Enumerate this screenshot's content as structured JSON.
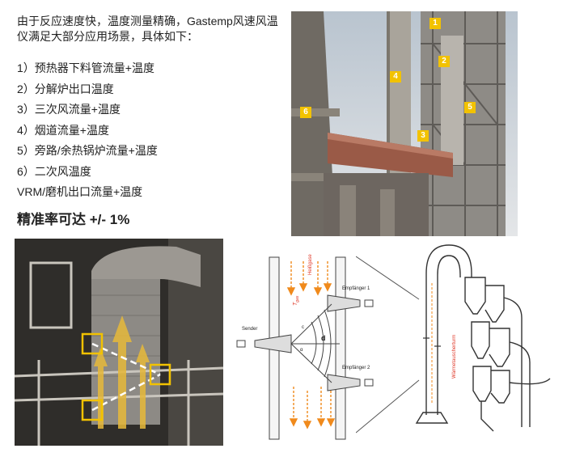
{
  "intro": "由于反应速度快，温度测量精确，Gastemp风速风温仪满足大部分应用场景，具体如下：",
  "applications": [
    "1）预热器下料管流量+温度",
    "2）分解炉出口温度",
    "3）三次风流量+温度",
    "4）烟道流量+温度",
    "5）旁路/余热锅炉流量+温度",
    "6）二次风温度",
    "VRM/磨机出口流量+温度"
  ],
  "accuracy": "精准率可达 +/- 1%",
  "plant_badges": [
    "1",
    "2",
    "4",
    "6",
    "3",
    "5"
  ],
  "diagram": {
    "sender": "Sender",
    "receiver1": "Empfänger 1",
    "receiver2": "Empfänger 2",
    "gas_label": "Heißgase",
    "tgas": "T",
    "tgas_sub": "gas",
    "d": "d",
    "c": "c",
    "alpha": "α",
    "heat_exchanger": "Wärmetauscherturm"
  },
  "colors": {
    "badge": "#f2c200",
    "arrow_orange": "#f08a1c",
    "gas_red": "#e03a2a"
  }
}
